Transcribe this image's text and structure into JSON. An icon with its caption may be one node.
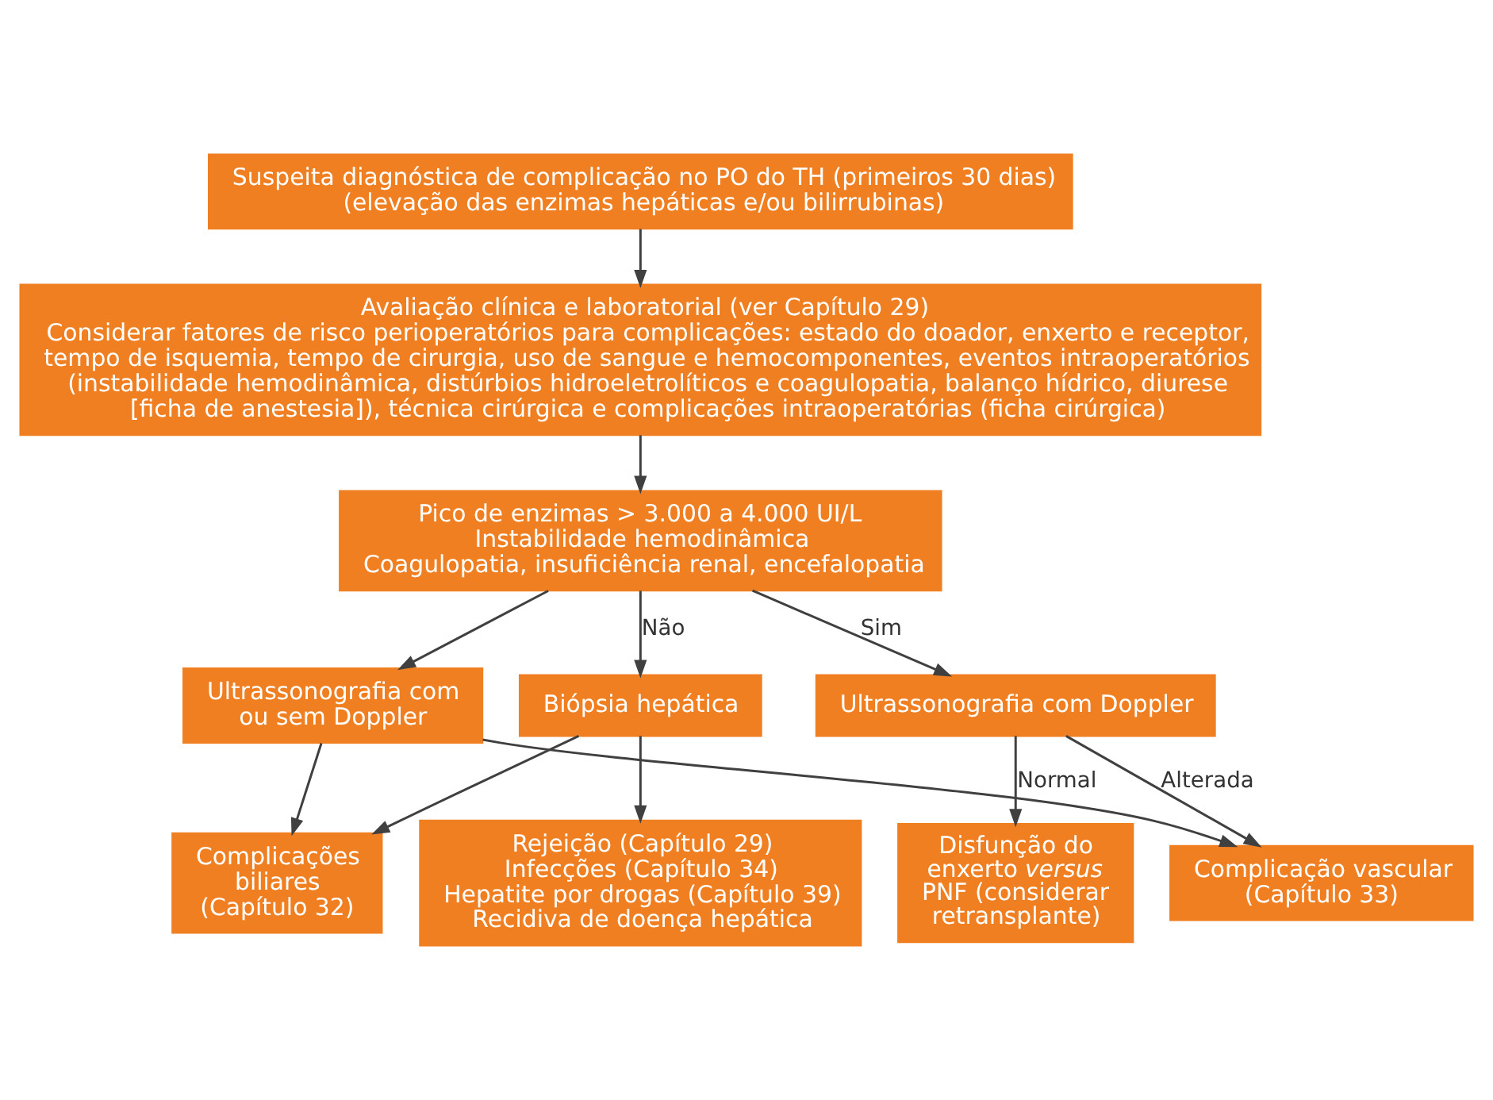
{
  "diagram": {
    "nodes": [
      {
        "text": [
          "Suspeita diagnóstica de complicação no PO do TH (primeiros 30 dias)",
          "(elevação das enzimas hepáticas e/ou bilirrubinas)"
        ]
      },
      {
        "text": [
          "Avaliação clínica e laboratorial (ver Capítulo 29)",
          "Considerar fatores de risco perioperatórios para complicações: estado do doador, enxerto e receptor, tempo de isquemia, tempo de cirurgia, uso de sangue e hemocomponentes, eventos intraoperatórios (instabilidade hemodinâmica, distúrbios hidroeletrolíticos e coagulopatia, balanço hídrico, diurese [ficha de anestesia]), técnica cirúrgica e complicações intraoperatórias (ficha cirúrgica)"
        ]
      },
      {
        "text": [
          "Pico de enzimas > 3.000 a 4.000 UI/L",
          "Instabilidade hemodinâmica",
          "Coagulopatia, insuficiência renal, encefalopatia"
        ]
      },
      {
        "text": [
          "Ultrassonografia com ou sem Doppler"
        ]
      },
      {
        "text": [
          "Biópsia hepática"
        ]
      },
      {
        "text": [
          "Ultrassonografia com Doppler"
        ]
      },
      {
        "text": [
          "Disfunção do enxerto *versus* PNF (considerar retransplante)"
        ]
      },
      {
        "text": [
          "Complicação vascular (Capítulo 33)"
        ]
      },
      {
        "text": [
          "Complicações biliares (Capítulo 32)"
        ]
      },
      {
        "text": [
          "Rejeição (Capítulo 29)",
          "Infecções (Capítulo 34)",
          "Hepatite por drogas (Capítulo 39)",
          "Recidiva de doença hepática"
        ]
      }
    ],
    "edges": [
      {
        "from": 0,
        "to": 1,
        "arrow": "to"
      },
      {
        "from": 1,
        "to": 2,
        "arrow": "to"
      },
      {
        "from": 2,
        "to": 3,
        "arrow": "to"
      },
      {
        "from": 2,
        "to": 4,
        "arrow": "to",
        "label": "Não"
      },
      {
        "from": 2,
        "to": 5,
        "arrow": "to",
        "label": "Sim"
      },
      {
        "from": 5,
        "to": 6,
        "arrow": "to",
        "label": "Normal"
      },
      {
        "from": 5,
        "to": 7,
        "arrow": "to",
        "label": "Alterada"
      },
      {
        "from": 3,
        "to": 7,
        "arrow": "to"
      },
      {
        "from": 3,
        "to": 8,
        "arrow": "to"
      },
      {
        "from": 4,
        "to": 8,
        "arrow": "to"
      },
      {
        "from": 4,
        "to": 9,
        "arrow": "to"
      }
    ]
  }
}
